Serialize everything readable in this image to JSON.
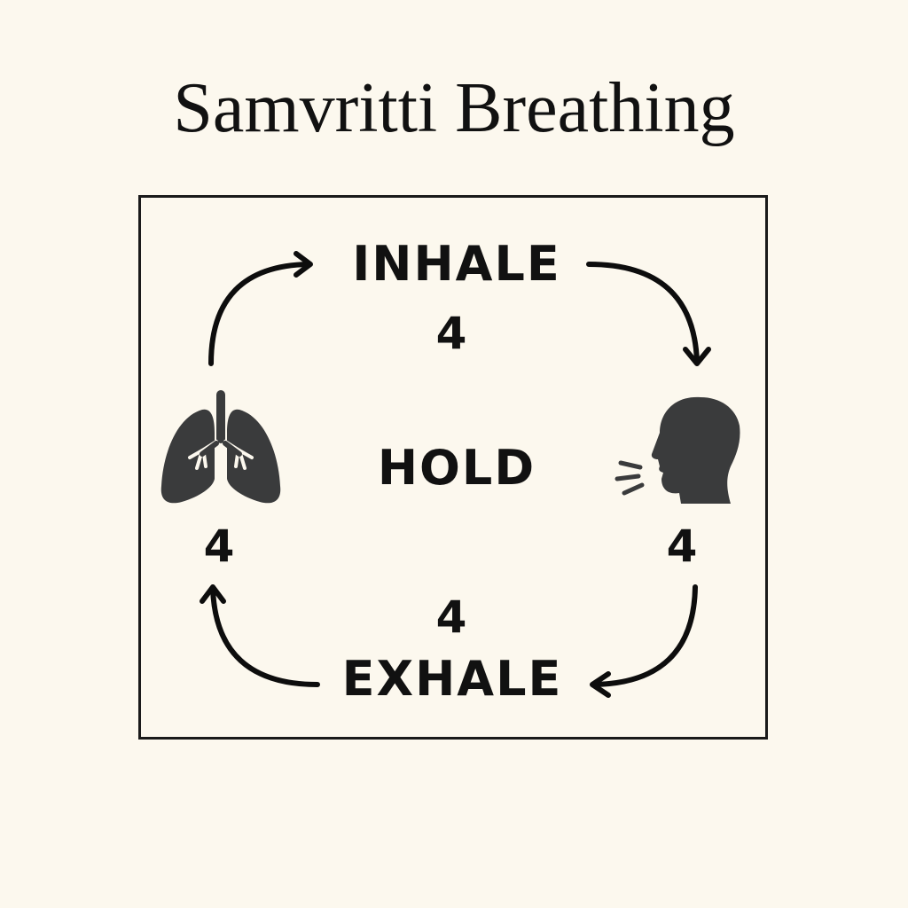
{
  "title": "Samvritti Breathing",
  "cycle": {
    "inhale": {
      "label": "INHALE",
      "count": "4"
    },
    "hold_top": {
      "label": "HOLD",
      "count": "4"
    },
    "exhale": {
      "label": "EXHALE",
      "count": "4"
    },
    "hold_bottom": {
      "count": "4"
    }
  },
  "left": {
    "icon": "lungs-icon",
    "count": "4"
  },
  "right": {
    "icon": "exhaling-head-icon",
    "count": "4"
  },
  "colors": {
    "background": "#fcf8ee",
    "ink": "#111111",
    "icon_fill": "#3a3b3c"
  }
}
